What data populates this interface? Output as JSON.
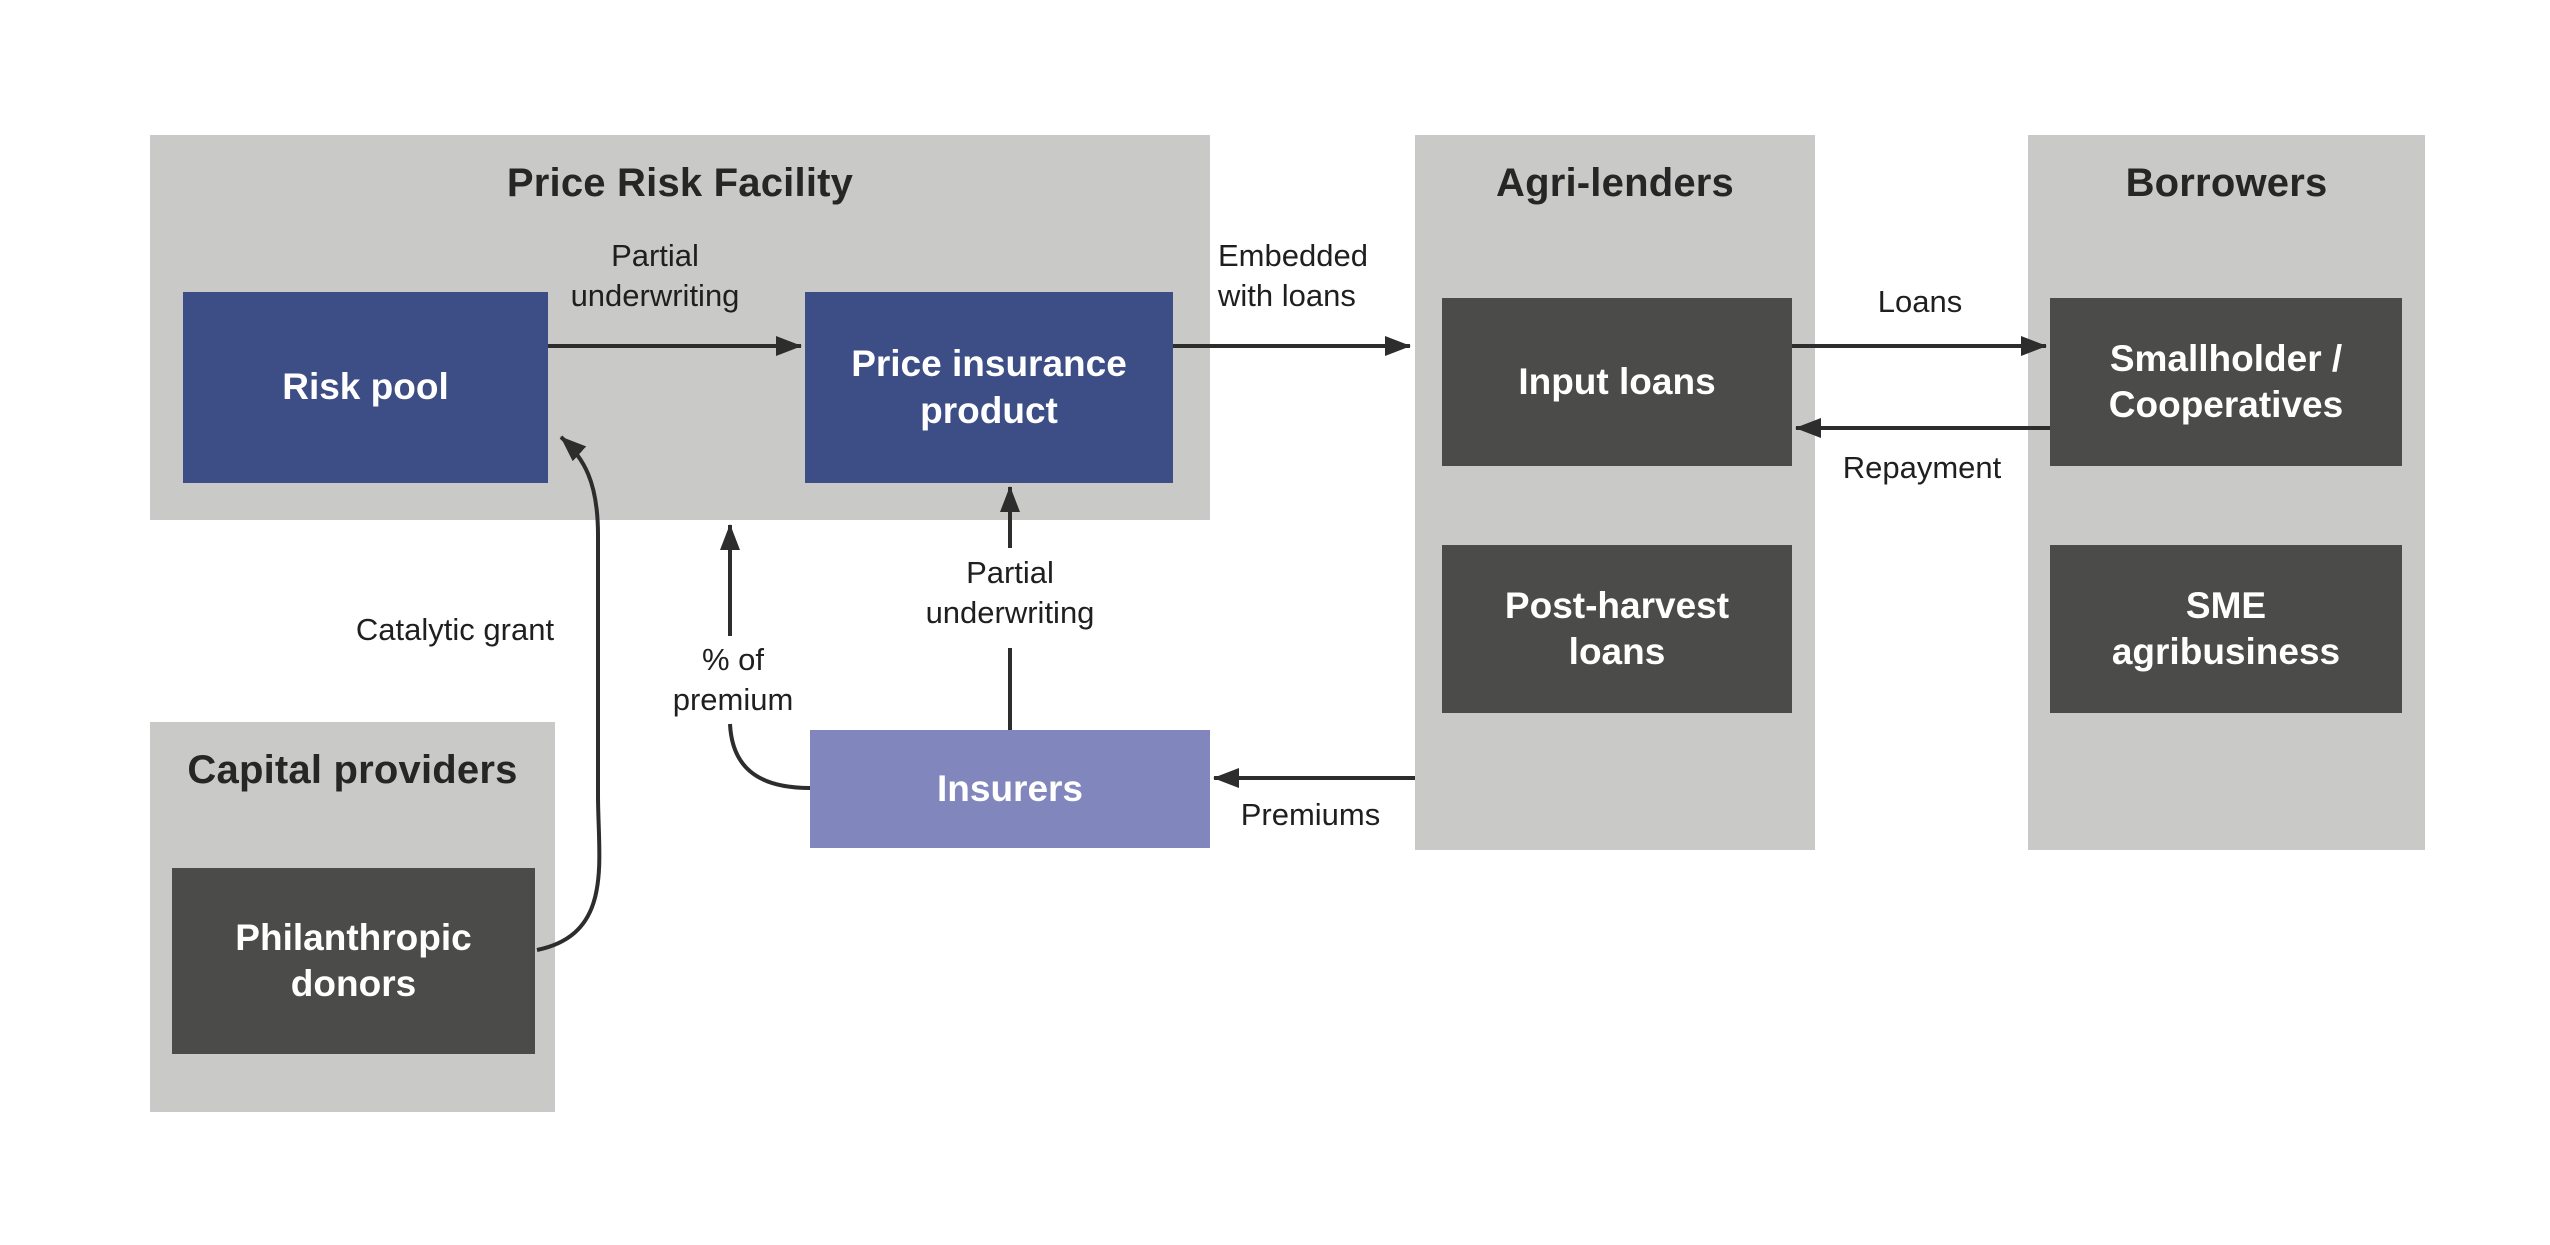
{
  "diagram": {
    "groups": {
      "price_risk_facility": {
        "title": "Price Risk Facility"
      },
      "agri_lenders": {
        "title": "Agri-lenders"
      },
      "borrowers": {
        "title": "Borrowers"
      },
      "capital_providers": {
        "title": "Capital providers"
      }
    },
    "nodes": {
      "risk_pool": {
        "label": "Risk pool",
        "color": "#3d4e87"
      },
      "price_insurance_product": {
        "label": "Price insurance product",
        "color": "#3d4e87"
      },
      "input_loans": {
        "label": "Input loans",
        "color": "#4b4b49"
      },
      "post_harvest_loans": {
        "label": "Post-harvest loans",
        "color": "#4b4b49"
      },
      "smallholder_cooperatives": {
        "label": "Smallholder / Cooperatives",
        "color": "#4b4b49"
      },
      "sme_agribusiness": {
        "label": "SME agribusiness",
        "color": "#4b4b49"
      },
      "insurers": {
        "label": "Insurers",
        "color": "#8186bc"
      },
      "philanthropic_donors": {
        "label": "Philanthropic donors",
        "color": "#4b4b49"
      }
    },
    "edges": {
      "partial_underwriting_top": {
        "label": "Partial underwriting",
        "from": "risk_pool",
        "to": "price_insurance_product"
      },
      "embedded_with_loans": {
        "label": "Embedded with loans",
        "from": "price_insurance_product",
        "to": "agri_lenders"
      },
      "loans": {
        "label": "Loans",
        "from": "input_loans",
        "to": "smallholder_cooperatives"
      },
      "repayment": {
        "label": "Repayment",
        "from": "smallholder_cooperatives",
        "to": "input_loans"
      },
      "premiums": {
        "label": "Premiums",
        "from": "agri_lenders",
        "to": "insurers"
      },
      "partial_underwriting_bottom": {
        "label": "Partial underwriting",
        "from": "insurers",
        "to": "price_insurance_product"
      },
      "pct_of_premium": {
        "label": "% of premium",
        "from": "insurers",
        "to": "price_risk_facility"
      },
      "catalytic_grant": {
        "label": "Catalytic grant",
        "from": "philanthropic_donors",
        "to": "risk_pool"
      }
    },
    "colors": {
      "background": "#ffffff",
      "group_bg": "#c9c9c7",
      "node_blue": "#3d4e87",
      "node_gray": "#4b4b49",
      "node_purple": "#8186bc",
      "arrow": "#2d2d2d",
      "text": "#1f1f1f"
    }
  }
}
